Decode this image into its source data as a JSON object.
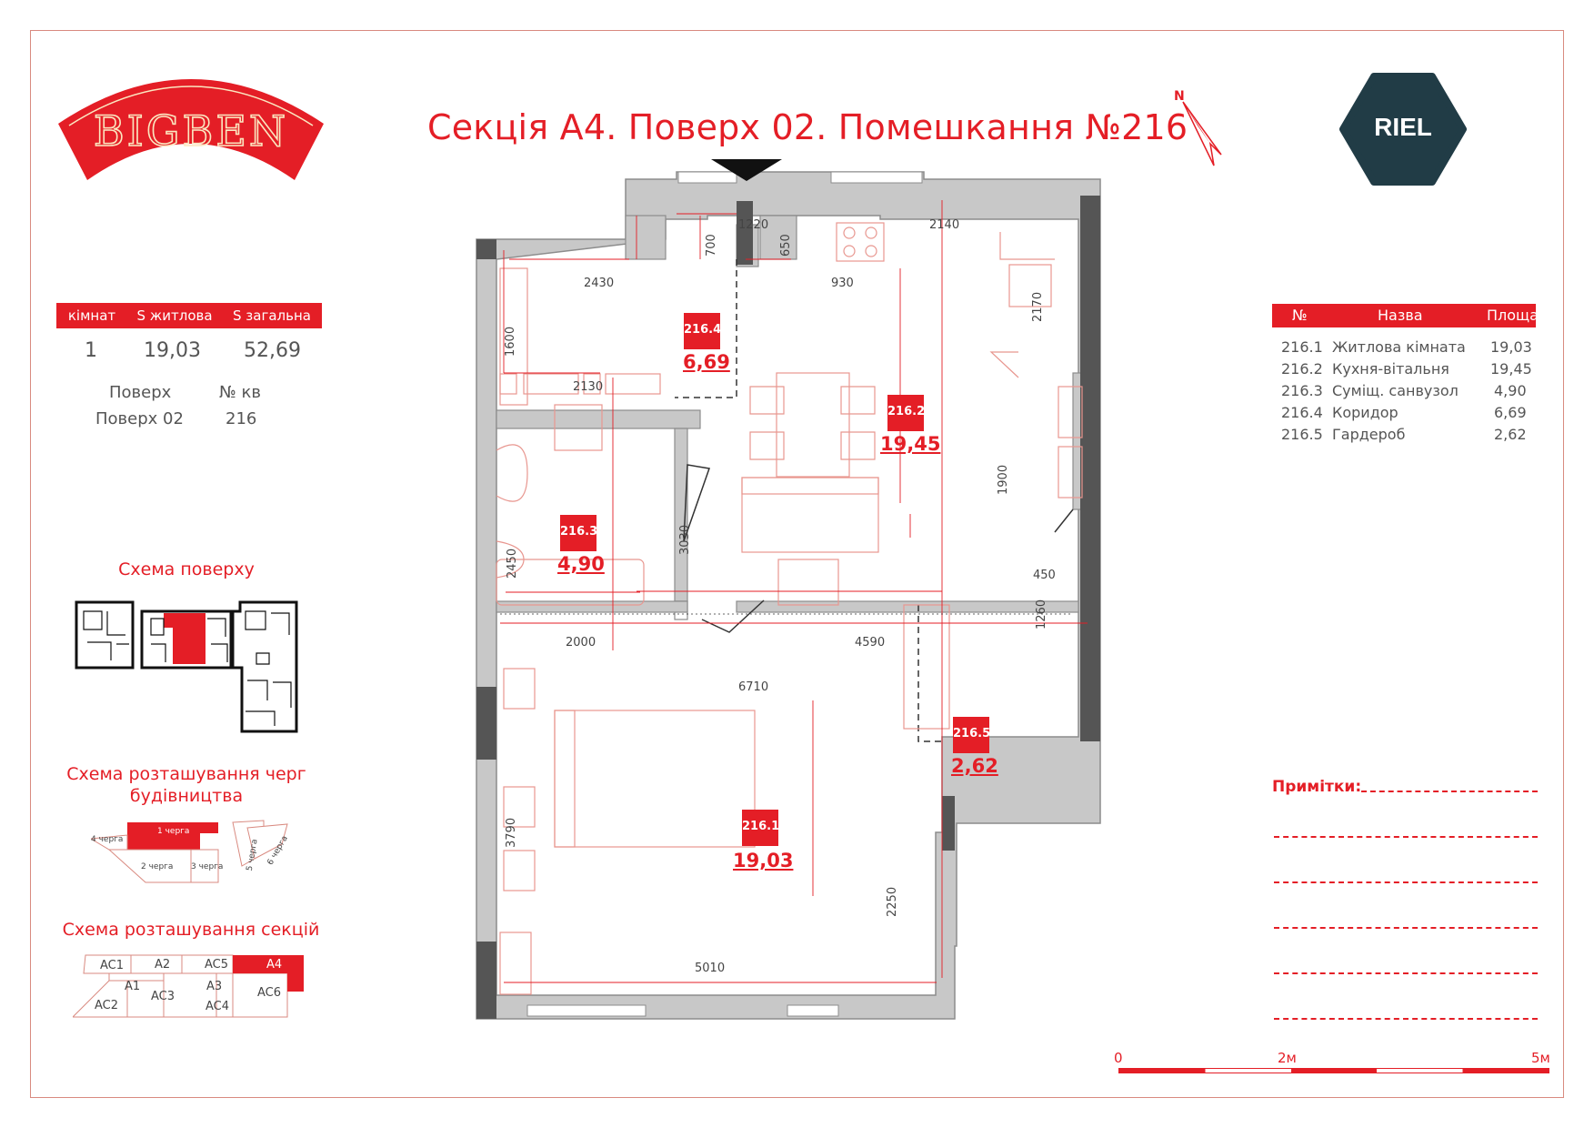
{
  "brand": {
    "logo_text": "BIGBEN",
    "partner_logo": "RIEL"
  },
  "title": "Секція А4. Поверх 02. Помешкання №216",
  "compass": {
    "label": "N"
  },
  "summary": {
    "headers": [
      "кімнат",
      "S житлова",
      "S загальна"
    ],
    "values": [
      "1",
      "19,03",
      "52,69"
    ],
    "sub_headers": [
      "Поверх",
      "№ кв"
    ],
    "sub_values": [
      "Поверх 02",
      "216"
    ]
  },
  "floor_scheme": {
    "title": "Схема поверху"
  },
  "queue_scheme": {
    "title_line1": "Схема розташування черг",
    "title_line2": "будівництва",
    "labels": [
      "1 черга",
      "2 черга",
      "3 черга",
      "4 черга",
      "5 черга",
      "6 черга"
    ]
  },
  "section_scheme": {
    "title": "Схема розташування секцій",
    "labels": [
      "AC1",
      "A2",
      "AC5",
      "A4",
      "A1",
      "AC3",
      "A3",
      "AC6",
      "AC2",
      "AC4"
    ]
  },
  "rooms_table": {
    "headers": [
      "№",
      "Назва",
      "Площа"
    ],
    "rows": [
      {
        "no": "216.1",
        "name": "Житлова кімната",
        "area": "19,03"
      },
      {
        "no": "216.2",
        "name": "Кухня-вітальня",
        "area": "19,45"
      },
      {
        "no": "216.3",
        "name": "Суміщ. санвузол",
        "area": "4,90"
      },
      {
        "no": "216.4",
        "name": "Коридор",
        "area": "6,69"
      },
      {
        "no": "216.5",
        "name": "Гардероб",
        "area": "2,62"
      }
    ]
  },
  "notes": {
    "label": "Примітки:"
  },
  "scale": {
    "labels": [
      "0",
      "2м",
      "5м"
    ]
  },
  "plan": {
    "rooms": [
      {
        "id": "216.4",
        "area": "6,69"
      },
      {
        "id": "216.2",
        "area": "19,45"
      },
      {
        "id": "216.3",
        "area": "4,90"
      },
      {
        "id": "216.5",
        "area": "2,62"
      },
      {
        "id": "216.1",
        "area": "19,03"
      }
    ],
    "dimensions": [
      "1220",
      "2140",
      "700",
      "650",
      "2430",
      "930",
      "1600",
      "2170",
      "2130",
      "1900",
      "3030",
      "2450",
      "450",
      "2000",
      "4590",
      "1260",
      "6710",
      "3790",
      "2250",
      "5010"
    ]
  },
  "colors": {
    "accent": "#e41e26",
    "wall": "#8c8c8c",
    "wall_light": "#c8c8c8",
    "riel": "#213c46"
  }
}
